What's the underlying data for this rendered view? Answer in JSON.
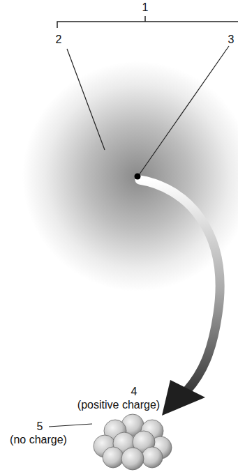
{
  "diagram": {
    "labels": [
      "1",
      "2",
      "3",
      "4",
      "(positive charge)",
      "5",
      "(no charge)"
    ]
  }
}
